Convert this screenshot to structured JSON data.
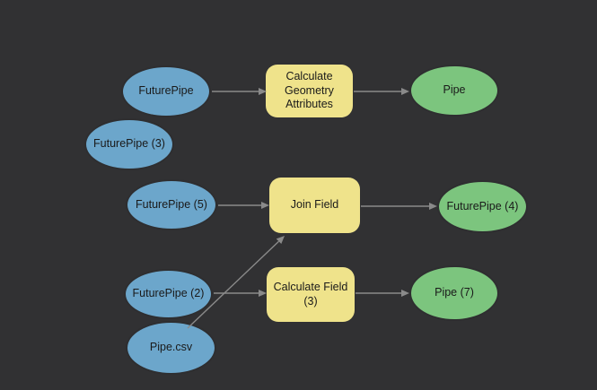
{
  "diagram": {
    "kind": "modelbuilder-flowchart",
    "colors": {
      "background": "#313133",
      "input_data_fill": "#6CA6CB",
      "tool_fill": "#EFE38B",
      "output_data_fill": "#7CC57E",
      "connector": "#8A8A8A",
      "label_text": "#1A1A1A"
    },
    "nodes": {
      "futurepipe": {
        "label": "FuturePipe",
        "kind": "input-data"
      },
      "futurepipe_3": {
        "label": "FuturePipe (3)",
        "kind": "input-data"
      },
      "futurepipe_5": {
        "label": "FuturePipe (5)",
        "kind": "input-data"
      },
      "futurepipe_2": {
        "label": "FuturePipe (2)",
        "kind": "input-data"
      },
      "pipe_csv": {
        "label": "Pipe.csv",
        "kind": "input-data"
      },
      "calculate_geometry_attributes": {
        "label": "Calculate Geometry Attributes",
        "kind": "tool"
      },
      "join_field": {
        "label": "Join Field",
        "kind": "tool"
      },
      "calculate_field_3": {
        "label": "Calculate Field (3)",
        "kind": "tool"
      },
      "pipe": {
        "label": "Pipe",
        "kind": "output-data"
      },
      "futurepipe_4": {
        "label": "FuturePipe (4)",
        "kind": "output-data"
      },
      "pipe_7": {
        "label": "Pipe (7)",
        "kind": "output-data"
      }
    },
    "connections": [
      {
        "from": "futurepipe",
        "to": "calculate_geometry_attributes"
      },
      {
        "from": "calculate_geometry_attributes",
        "to": "pipe"
      },
      {
        "from": "futurepipe_5",
        "to": "join_field"
      },
      {
        "from": "pipe_csv",
        "to": "join_field"
      },
      {
        "from": "join_field",
        "to": "futurepipe_4"
      },
      {
        "from": "futurepipe_2",
        "to": "calculate_field_3"
      },
      {
        "from": "calculate_field_3",
        "to": "pipe_7"
      }
    ]
  }
}
